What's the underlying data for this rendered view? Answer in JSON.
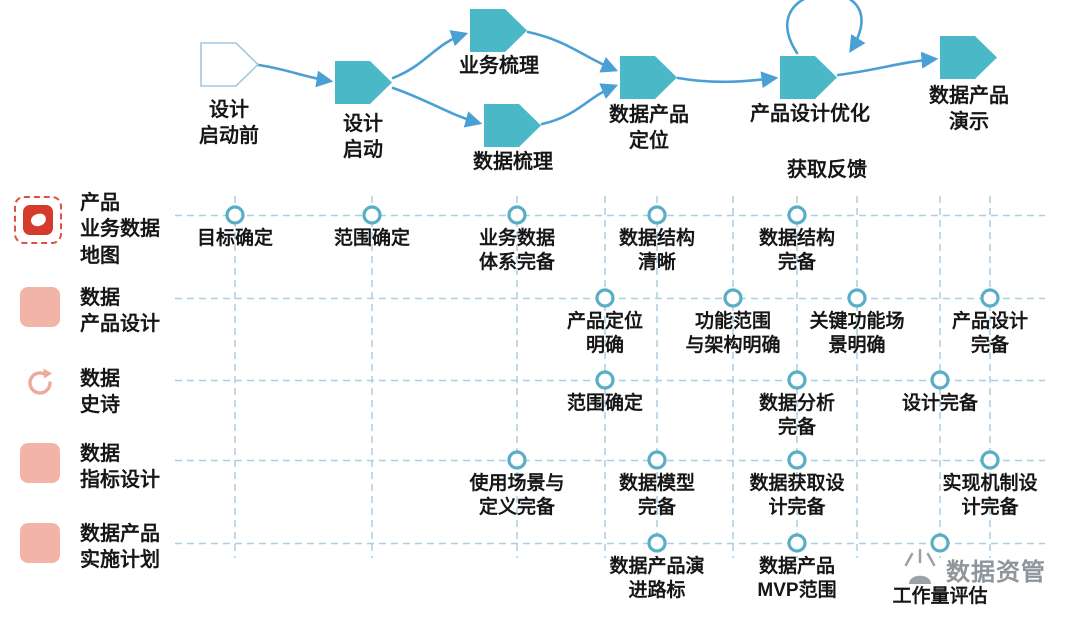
{
  "flow": {
    "nodes": [
      {
        "label": "设计\n启动前"
      },
      {
        "label": "设计\n启动"
      },
      {
        "label": "业务梳理"
      },
      {
        "label": "数据梳理"
      },
      {
        "label": "数据产品\n定位"
      },
      {
        "label": "产品设计优化"
      },
      {
        "label": "数据产品\n演示"
      }
    ],
    "feedback_label": "获取反馈"
  },
  "lanes": [
    {
      "label": "产品\n业务数据\n地图",
      "icon": "map-icon",
      "milestones": [
        {
          "label": "目标确定"
        },
        {
          "label": "范围确定"
        },
        {
          "label": "业务数据\n体系完备"
        },
        {
          "label": "数据结构\n清晰"
        },
        {
          "label": "数据结构\n完备"
        }
      ]
    },
    {
      "label": "数据\n产品设计",
      "icon": "document-icon",
      "milestones": [
        {
          "label": "产品定位\n明确"
        },
        {
          "label": "功能范围\n与架构明确"
        },
        {
          "label": "关键功能场\n景明确"
        },
        {
          "label": "产品设计\n完备"
        }
      ]
    },
    {
      "label": "数据\n史诗",
      "icon": "refresh-icon",
      "milestones": [
        {
          "label": "范围确定"
        },
        {
          "label": "数据分析\n完备"
        },
        {
          "label": "设计完备"
        }
      ]
    },
    {
      "label": "数据\n指标设计",
      "icon": "document-icon",
      "milestones": [
        {
          "label": "使用场景与\n定义完备"
        },
        {
          "label": "数据模型\n完备"
        },
        {
          "label": "数据获取设\n计完备"
        },
        {
          "label": "实现机制设\n计完备"
        }
      ]
    },
    {
      "label": "数据产品\n实施计划",
      "icon": "document-icon",
      "milestones": [
        {
          "label": "数据产品演\n进路标"
        },
        {
          "label": "数据产品\nMVP范围"
        },
        {
          "label": "工作量评估"
        }
      ]
    }
  ],
  "watermark": {
    "label": "数据资管",
    "icon": "megaphone-icon"
  },
  "colors": {
    "node_fill": "#4bb8c8",
    "node_outline": "#9fc8e2",
    "arrow": "#4aa0d5",
    "grid_dash": "#aacfe0",
    "milestone_stroke": "#58aec6",
    "lane_icon": "#f2b3a8",
    "lane_icon_active": "#d63a2a",
    "watermark": "#8e959b"
  }
}
